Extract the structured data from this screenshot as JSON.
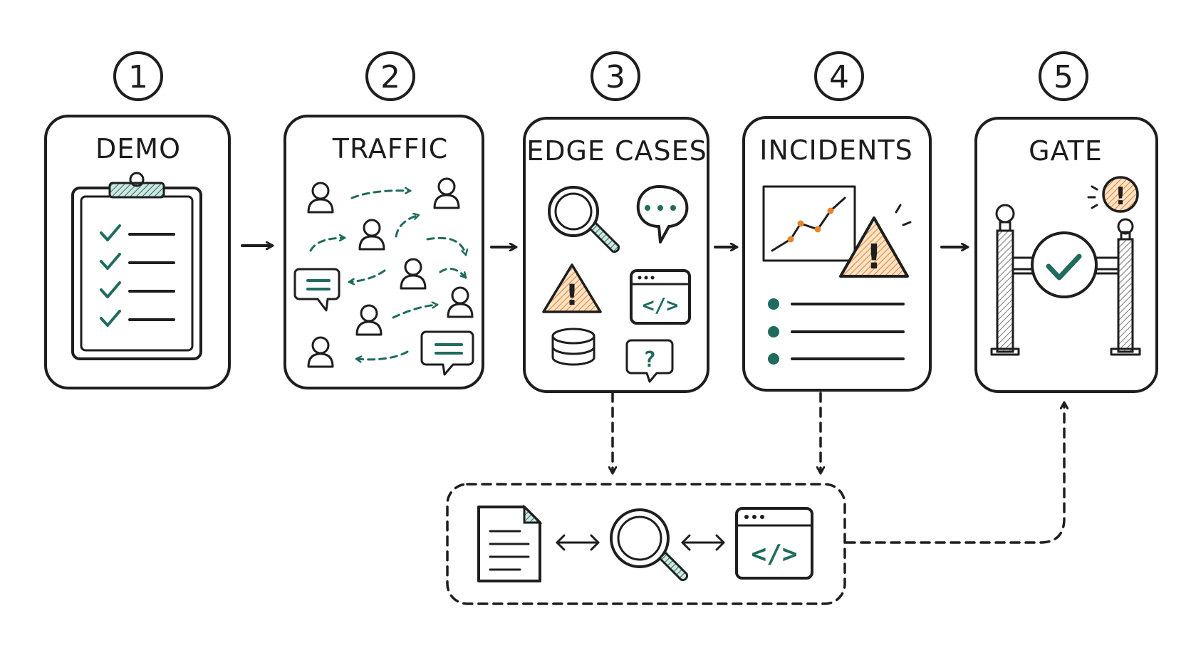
{
  "steps": [
    {
      "number": "1",
      "title": "DEMO"
    },
    {
      "number": "2",
      "title": "TRAFFIC"
    },
    {
      "number": "3",
      "title": "EDGE CASES"
    },
    {
      "number": "4",
      "title": "INCIDENTS"
    },
    {
      "number": "5",
      "title": "GATE"
    }
  ],
  "icons": {
    "edge_question": "?",
    "edge_warning": "!",
    "incident_warning": "!",
    "gate_alert": "!",
    "code_glyph": "</>"
  },
  "colors": {
    "ink": "#1e1e1e",
    "teal": "#1f6b5e",
    "orange": "#e8842c",
    "background": "#ffffff"
  }
}
